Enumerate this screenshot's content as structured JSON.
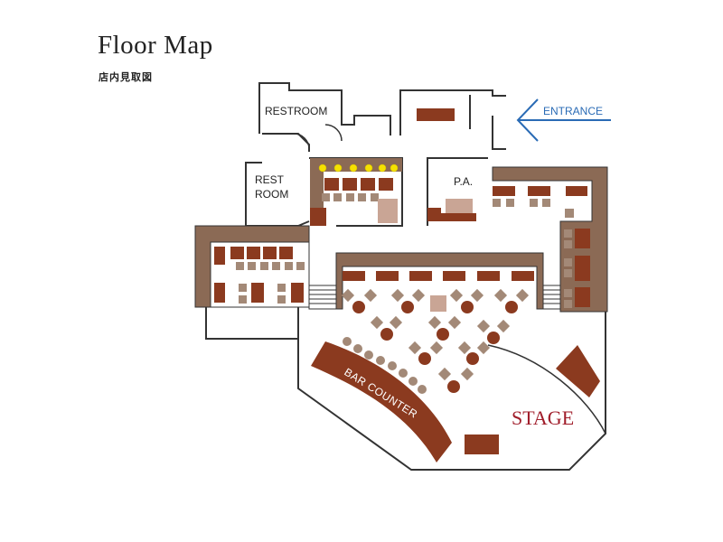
{
  "header": {
    "title": "Floor Map",
    "subtitle": "店内見取図"
  },
  "labels": {
    "restroom_top": "RESTROOM",
    "rest_line1": "REST",
    "rest_line2": "ROOM",
    "pa": "P.A.",
    "entrance": "ENTRANCE",
    "bar_counter": "BAR COUNTER",
    "stage": "STAGE"
  },
  "colors": {
    "furniture": "#8b3a1f",
    "wall_fill": "#8b6a55",
    "chair": "#a38977",
    "pa_desk": "#c9a595",
    "entrance_arrow": "#2a6bb5",
    "stage_text": "#a01d2a",
    "light": "#f5e100"
  },
  "icons": {
    "entrance": "arrow-left-icon",
    "lights": "light-icon"
  }
}
